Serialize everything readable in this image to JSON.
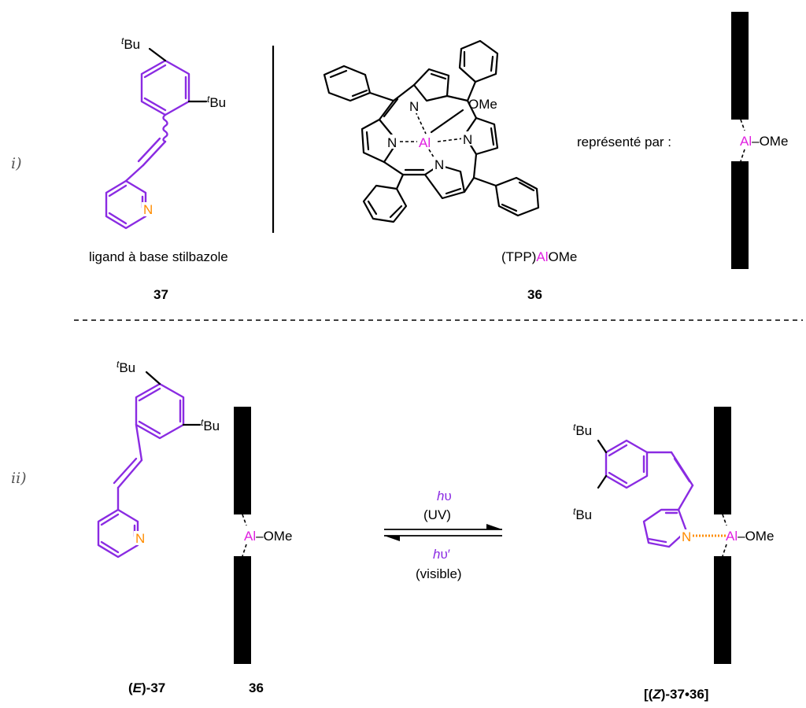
{
  "labels": {
    "panel_i": "i)",
    "panel_ii": "ii)",
    "tbu": "Bu",
    "tbu_sup": "t",
    "n": "N",
    "al": "Al",
    "ome": "OMe",
    "ome_dash": "–OMe",
    "represente": "représenté par :",
    "ligand_caption": "ligand à base stilbazole",
    "num_37": "37",
    "num_36": "36",
    "tpp_prefix": "(TPP)",
    "tpp_al": "Al",
    "tpp_suffix": "OMe"
  },
  "reaction": {
    "hv_h": "h",
    "hv_nu": "υ",
    "uv": "(UV)",
    "hv_prime_nu": "υ′",
    "visible": "(visible)"
  },
  "bottom_labels": {
    "e_open": "(",
    "e_letter": "E",
    "e_close": ")-37",
    "num_36": "36",
    "z_open": "[(",
    "z_letter": "Z",
    "z_close": ")-37•36]"
  },
  "colors": {
    "ligand": "#8a2be2",
    "nitrogen": "#ff8c00",
    "aluminium": "#e020e0",
    "porphyrin": "#000000"
  }
}
